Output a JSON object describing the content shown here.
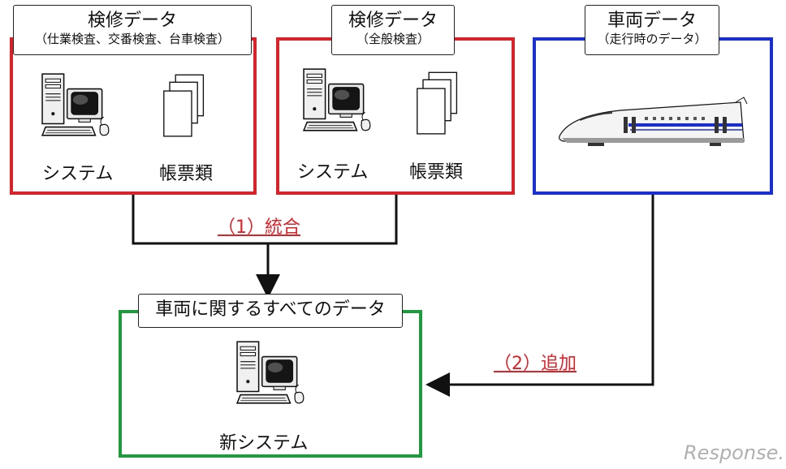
{
  "boxes": {
    "inspection_routine": {
      "title": "検修データ",
      "subtitle": "（仕業検査、交番検査、台車検査）",
      "system_label": "システム",
      "forms_label": "帳票類"
    },
    "inspection_general": {
      "title": "検修データ",
      "subtitle": "（全般検査）",
      "system_label": "システム",
      "forms_label": "帳票類"
    },
    "vehicle": {
      "title": "車両データ",
      "subtitle": "（走行時のデータ）"
    },
    "all_data": {
      "title": "車両に関するすべてのデータ",
      "system_label": "新システム"
    }
  },
  "flows": {
    "integrate_label": "（1）統合",
    "append_label": "（2）追加"
  },
  "watermark": "Response.",
  "colors": {
    "red": "#d9232a",
    "blue": "#1b2fd0",
    "green": "#1f9a3e",
    "line": "#111111"
  },
  "icons": [
    "computer-icon",
    "documents-icon",
    "train-icon",
    "arrow-icon"
  ]
}
